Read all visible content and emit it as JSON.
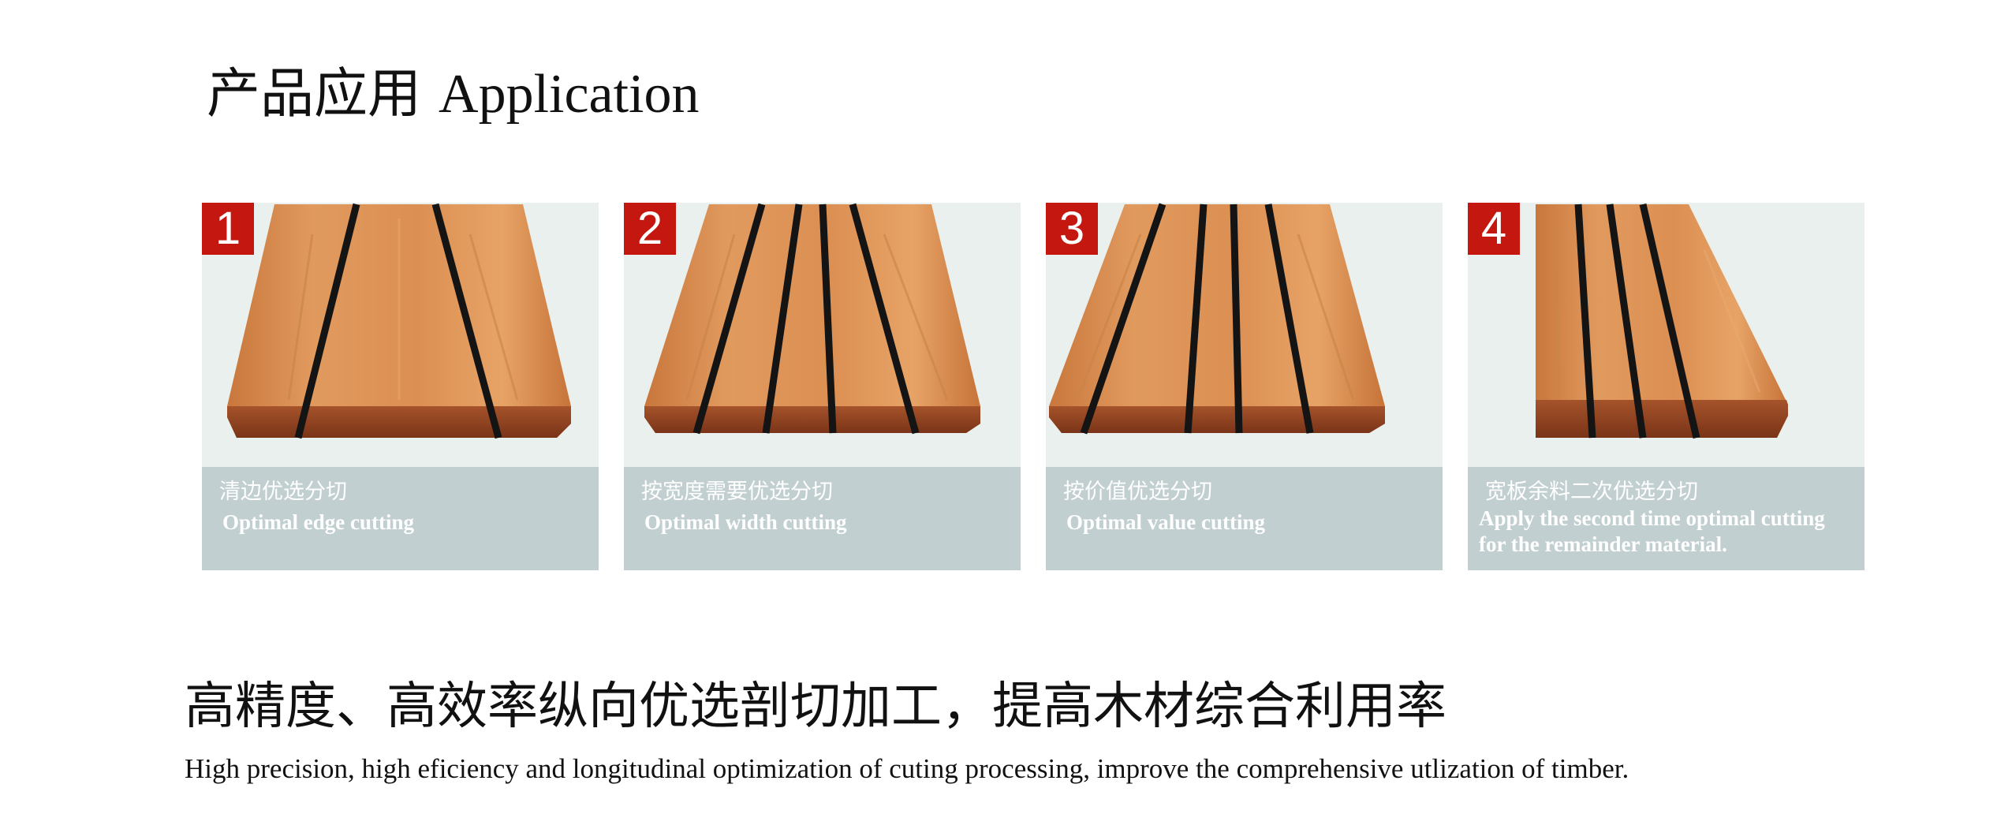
{
  "section": {
    "title_cn": "产品应用",
    "title_en": "Application"
  },
  "badge_color": "#c4170f",
  "cards": [
    {
      "number": "1",
      "caption_cn": "清边优选分切",
      "caption_en": "Optimal edge cutting"
    },
    {
      "number": "2",
      "caption_cn": "按宽度需要优选分切",
      "caption_en": "Optimal width cutting"
    },
    {
      "number": "3",
      "caption_cn": "按价值优选分切",
      "caption_en": "Optimal value cutting"
    },
    {
      "number": "4",
      "caption_cn": "宽板余料二次优选分切",
      "caption_en": "Apply the second time optimal cutting for the remainder material."
    }
  ],
  "headline_cn": "高精度、高效率纵向优选剖切加工，提高木材综合利用率",
  "headline_en": "High precision, high eficiency and longitudinal optimization of cuting processing, improve the comprehensive utlization of timber."
}
